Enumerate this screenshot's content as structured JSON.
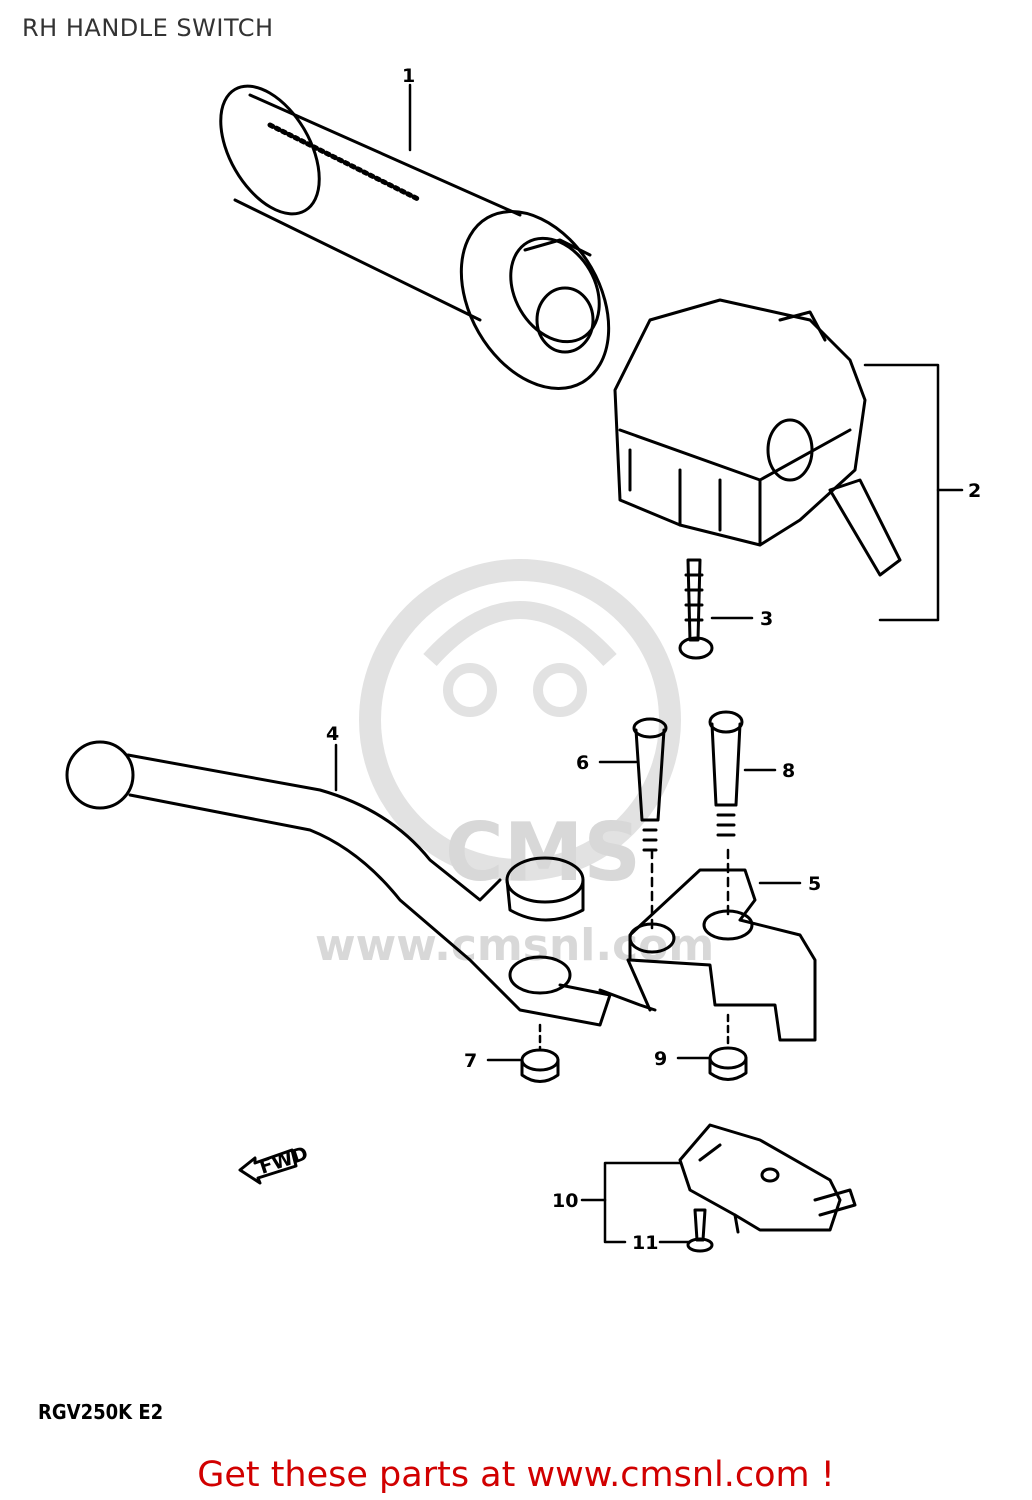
{
  "title": "RH HANDLE SWITCH",
  "watermark": "www.cmsnl.com",
  "watermark_logo": "CMS",
  "fwd_label": "FWD",
  "parts": [
    {
      "number": "1"
    },
    {
      "number": "2"
    },
    {
      "number": "3"
    },
    {
      "number": "4"
    },
    {
      "number": "5"
    },
    {
      "number": "6"
    },
    {
      "number": "7"
    },
    {
      "number": "8"
    },
    {
      "number": "9"
    },
    {
      "number": "10"
    },
    {
      "number": "11"
    }
  ],
  "model_code": "RGV250K E2",
  "call_to_action": "Get these parts at www.cmsnl.com !",
  "colors": {
    "cta": "#d10000",
    "line": "#000000",
    "watermark": "#d8d8d8"
  }
}
